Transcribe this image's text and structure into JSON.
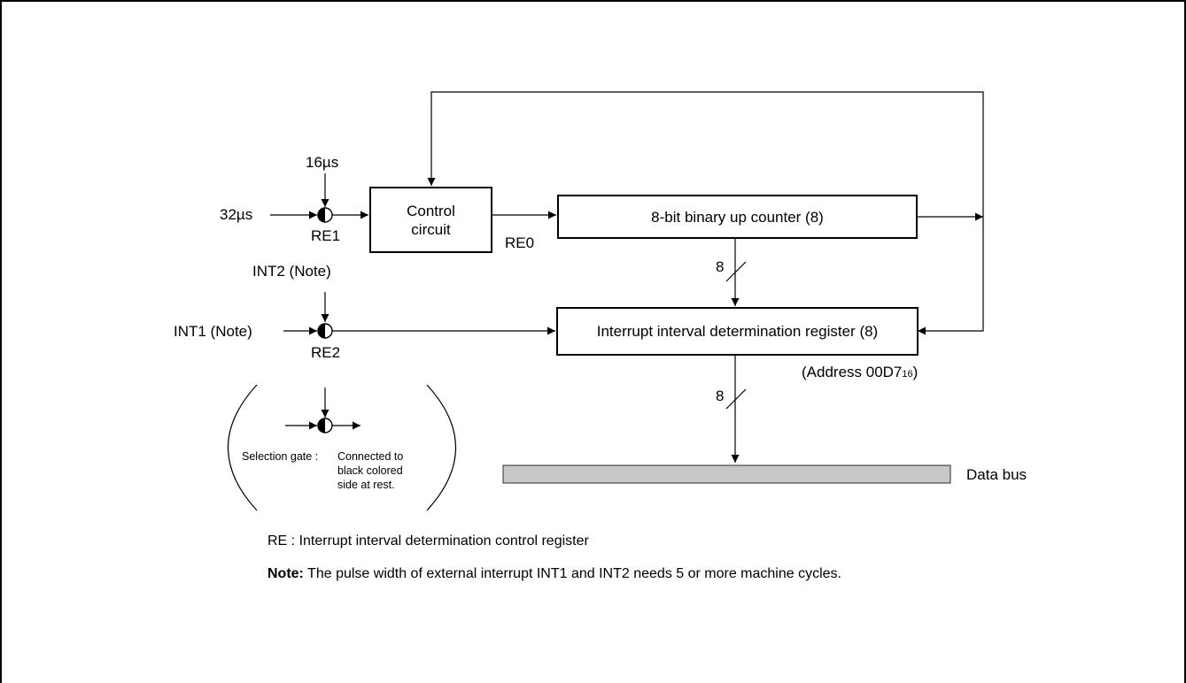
{
  "inputs": {
    "clock_16": "16µs",
    "clock_32": "32µs",
    "int2": "INT2 (Note)",
    "int1": "INT1 (Note)"
  },
  "gates": {
    "re1": "RE1",
    "re0": "RE0",
    "re2": "RE2"
  },
  "blocks": {
    "control_line1": "Control",
    "control_line2": "circuit",
    "counter": "8-bit binary up counter (8)",
    "register": "Interrupt interval determination register (8)"
  },
  "address": {
    "prefix": "(Address 00D7",
    "subscript": "16",
    "suffix": ")"
  },
  "bus_width_1": "8",
  "bus_width_2": "8",
  "data_bus": "Data bus",
  "legend": {
    "selection_gate": "Selection gate :",
    "line1": "Connected to",
    "line2": "black colored",
    "line3": "side at rest."
  },
  "re_definition": "RE : Interrupt interval determination control register",
  "note": {
    "label": "Note:",
    "text": " The pulse width of external interrupt INT1 and INT2 needs 5 or more machine cycles."
  },
  "colors": {
    "data_bus_fill": "#c8c8c8"
  }
}
